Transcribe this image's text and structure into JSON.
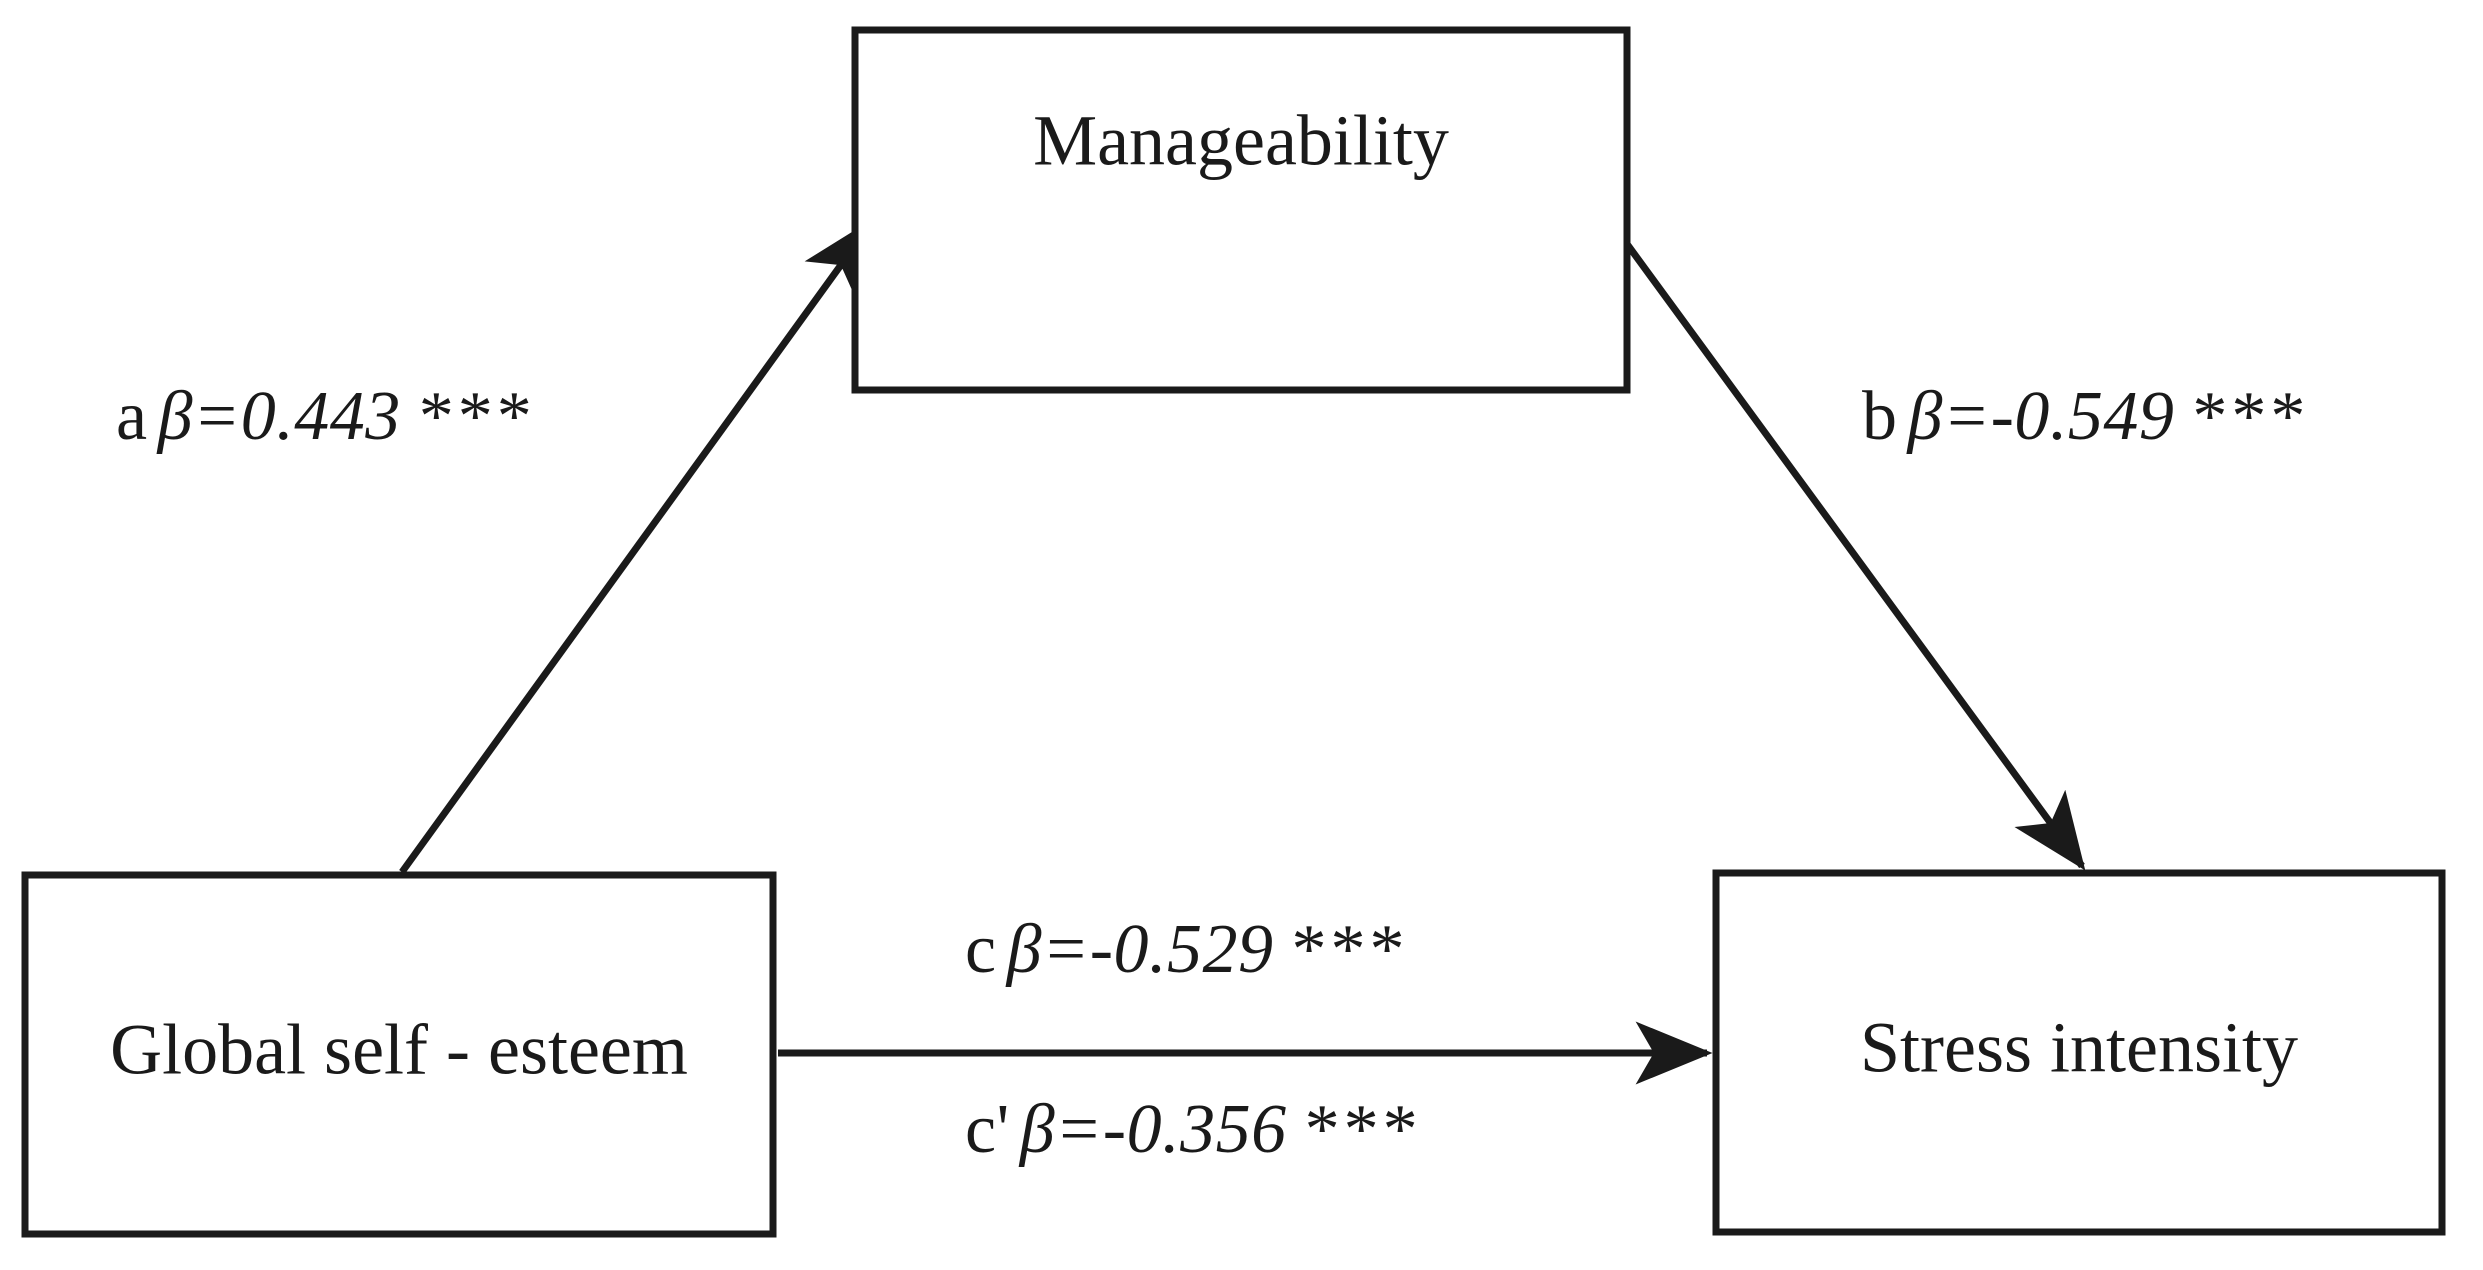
{
  "diagram": {
    "type": "mediation-path-model",
    "background_color": "#ffffff",
    "line_color": "#1a1a1a",
    "nodes": [
      {
        "id": "mediator",
        "label": "Manageability",
        "role": "mediator"
      },
      {
        "id": "predictor",
        "label": "Global self - esteem",
        "role": "independent-variable"
      },
      {
        "id": "outcome",
        "label": "Stress intensity",
        "role": "dependent-variable"
      }
    ],
    "paths": [
      {
        "id": "a",
        "name": "a",
        "beta_symbol": "β=",
        "value": "0.443",
        "stars": "***",
        "full_text": "a β=0.443 ***",
        "from": "predictor",
        "to": "mediator",
        "significance": "p < 0.001"
      },
      {
        "id": "b",
        "name": "b",
        "beta_symbol": "β=",
        "value": "-0.549",
        "stars": "***",
        "full_text": "b β=-0.549 ***",
        "from": "mediator",
        "to": "outcome",
        "significance": "p < 0.001"
      },
      {
        "id": "c",
        "name": "c",
        "beta_symbol": "β=",
        "value": "-0.529",
        "stars": "***",
        "full_text": "c β=-0.529 ***",
        "from": "predictor",
        "to": "outcome",
        "significance": "p < 0.001"
      },
      {
        "id": "c-prime",
        "name": "c'",
        "beta_symbol": "β=",
        "value": "-0.356",
        "stars": "***",
        "full_text": "c' β=-0.356 ***",
        "from": "predictor",
        "to": "outcome",
        "significance": "p < 0.001"
      }
    ]
  },
  "chart_data": {
    "type": "diagram",
    "title": "",
    "categories": [
      "a",
      "b",
      "c",
      "c'"
    ],
    "values": [
      0.443,
      -0.549,
      -0.529,
      -0.356
    ],
    "labels": [
      "a β=0.443 ***",
      "b β=-0.549 ***",
      "c β=-0.529 ***",
      "c' β=-0.356 ***"
    ],
    "nodes": [
      "Global self - esteem",
      "Manageability",
      "Stress intensity"
    ],
    "edges": [
      {
        "label": "a",
        "from": "Global self - esteem",
        "to": "Manageability",
        "value": 0.443
      },
      {
        "label": "b",
        "from": "Manageability",
        "to": "Stress intensity",
        "value": -0.549
      },
      {
        "label": "c",
        "from": "Global self - esteem",
        "to": "Stress intensity",
        "value": -0.529
      },
      {
        "label": "c'",
        "from": "Global self - esteem",
        "to": "Stress intensity",
        "value": -0.356
      }
    ]
  }
}
